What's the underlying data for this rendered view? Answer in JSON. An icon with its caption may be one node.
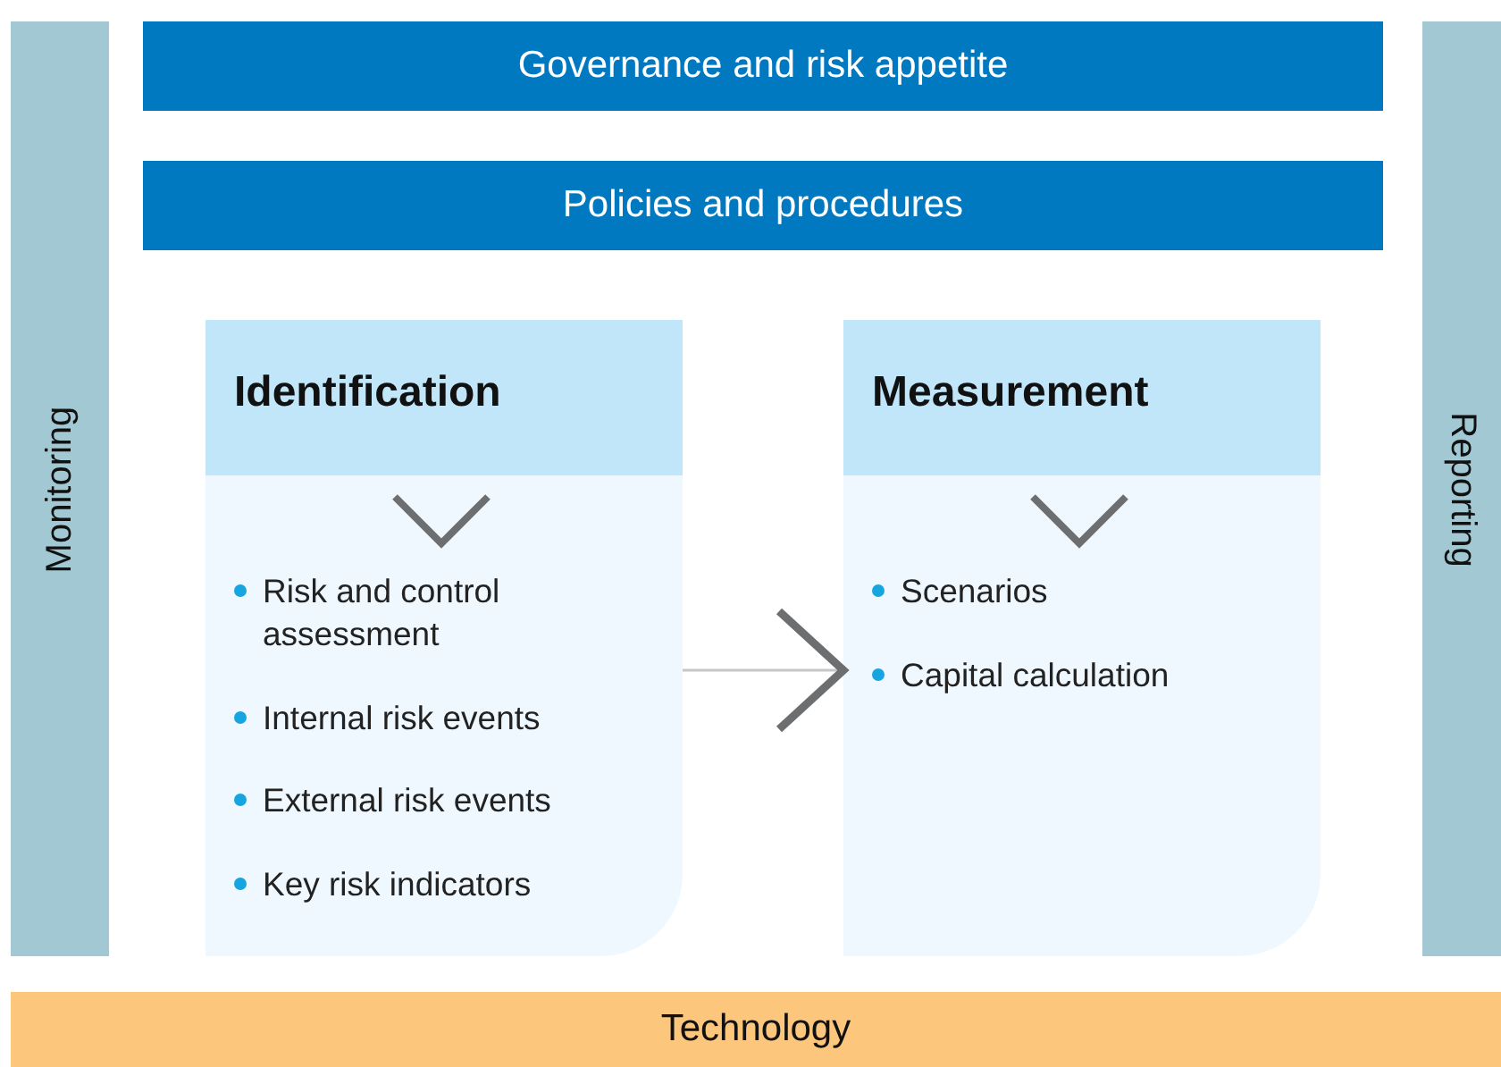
{
  "diagram": {
    "nodes": [
      {
        "text": [
          "Governance and risk appetite"
        ]
      },
      {
        "text": [
          "Policies and procedures"
        ]
      },
      {
        "text": [
          "Monitoring"
        ]
      },
      {
        "text": [
          "Reporting"
        ]
      },
      {
        "text": [
          "Identification",
          "Risk and control assessment",
          "Internal risk events",
          "External risk events",
          "Key risk indicators"
        ]
      },
      {
        "text": [
          "Measurement",
          "Scenarios",
          "Capital calculation"
        ]
      },
      {
        "text": [
          "Technology"
        ]
      }
    ],
    "edges": [
      {
        "from": 4,
        "to": 5,
        "arrow": "to"
      }
    ]
  }
}
